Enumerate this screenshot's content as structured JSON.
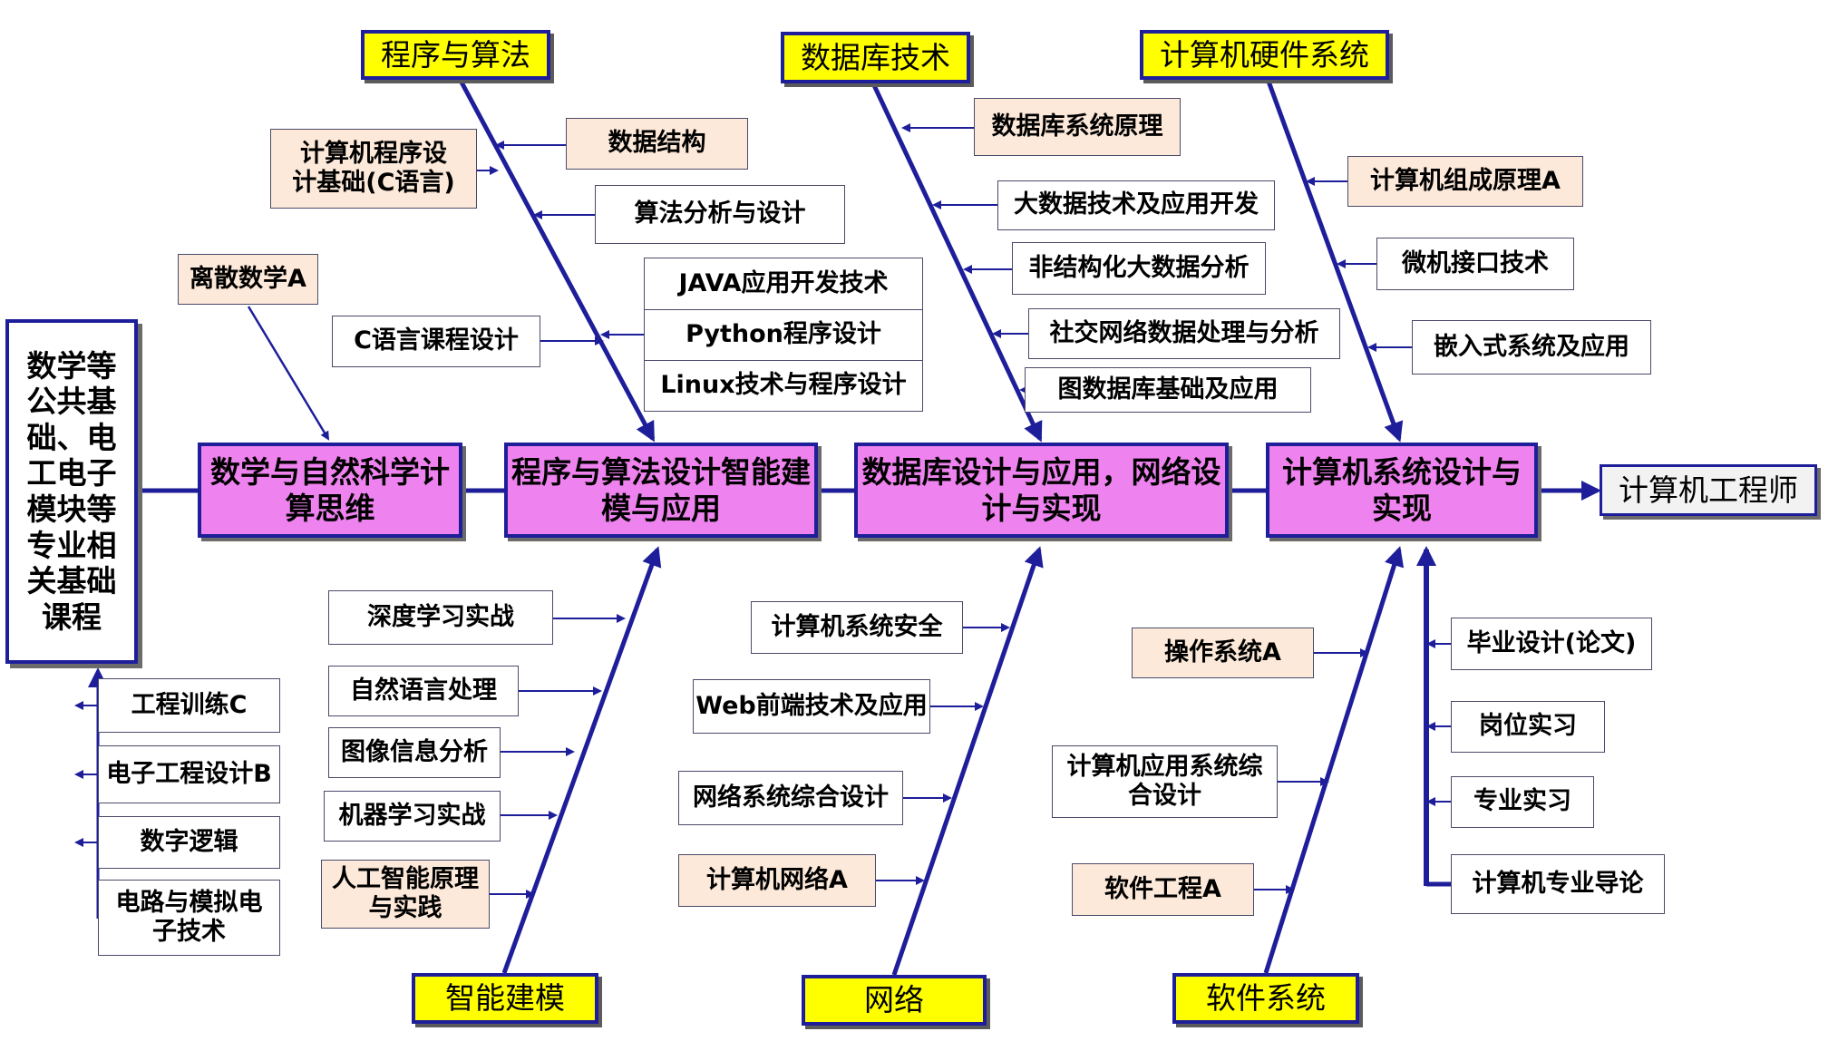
{
  "foundation": "数学等公共基础、电工电子模块等专业相关基础课程",
  "stages": [
    "数学与自然科学计算思维",
    "程序与算法设计智能建模与应用",
    "数据库设计与应用，网络设计与实现",
    "计算机系统设计与实现"
  ],
  "outcome": "计算机工程师",
  "categories": {
    "program_algorithm": "程序与算法",
    "database_tech": "数据库技术",
    "hardware_system": "计算机硬件系统",
    "intelligent_modeling": "智能建模",
    "network": "网络",
    "software_system": "软件系统"
  },
  "courses": {
    "discrete_math": "离散数学A",
    "c_programming_basics": "计算机程序设计基础(C语言)",
    "data_structures": "数据结构",
    "algorithm_analysis": "算法分析与设计",
    "c_course_design": "C语言课程设计",
    "java_dev": "JAVA应用开发技术",
    "python_programming": "Python程序设计",
    "linux_programming": "Linux技术与程序设计",
    "database_principles": "数据库系统原理",
    "big_data": "大数据技术及应用开发",
    "unstructured_data": "非结构化大数据分析",
    "social_network_data": "社交网络数据处理与分析",
    "graph_database": "图数据库基础及应用",
    "computer_organization": "计算机组成原理A",
    "microcomputer_interface": "微机接口技术",
    "embedded_systems": "嵌入式系统及应用",
    "engineering_training": "工程训练C",
    "electronic_design": "电子工程设计B",
    "digital_logic": "数字逻辑",
    "circuits_analog": "电路与模拟电子技术",
    "deep_learning": "深度学习实战",
    "nlp": "自然语言处理",
    "image_analysis": "图像信息分析",
    "machine_learning": "机器学习实战",
    "ai_principles": "人工智能原理与实践",
    "system_security": "计算机系统安全",
    "web_frontend": "Web前端技术及应用",
    "network_design": "网络系统综合设计",
    "computer_network": "计算机网络A",
    "operating_systems": "操作系统A",
    "application_design": "计算机应用系统综合设计",
    "software_engineering": "软件工程A",
    "graduation_thesis": "毕业设计(论文)",
    "internship": "岗位实习",
    "professional_practice": "专业实习",
    "major_intro": "计算机专业导论"
  },
  "colors": {
    "line": "#1e1e9a",
    "category_fill": "#ffff00",
    "stage_fill": "#ee82ee",
    "course_highlight": "#fde9d9"
  }
}
